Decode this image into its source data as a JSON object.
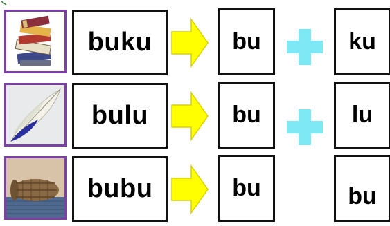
{
  "colors": {
    "frame_border": "#7b3fa5",
    "box_border": "#111111",
    "arrow_fill": "#ffff00",
    "plus_fill": "#7fe8f5"
  },
  "rows": [
    {
      "image_icon": "books-icon",
      "word": "buku",
      "syllable_1": "bu",
      "plus_icon": true,
      "syllable_2": "ku"
    },
    {
      "image_icon": "feather-icon",
      "word": "bulu",
      "syllable_1": "bu",
      "plus_icon": true,
      "syllable_2": "lu"
    },
    {
      "image_icon": "fish-trap-icon",
      "word": "bubu",
      "syllable_1": "bu",
      "plus_icon": false,
      "syllable_2": "bu"
    }
  ]
}
